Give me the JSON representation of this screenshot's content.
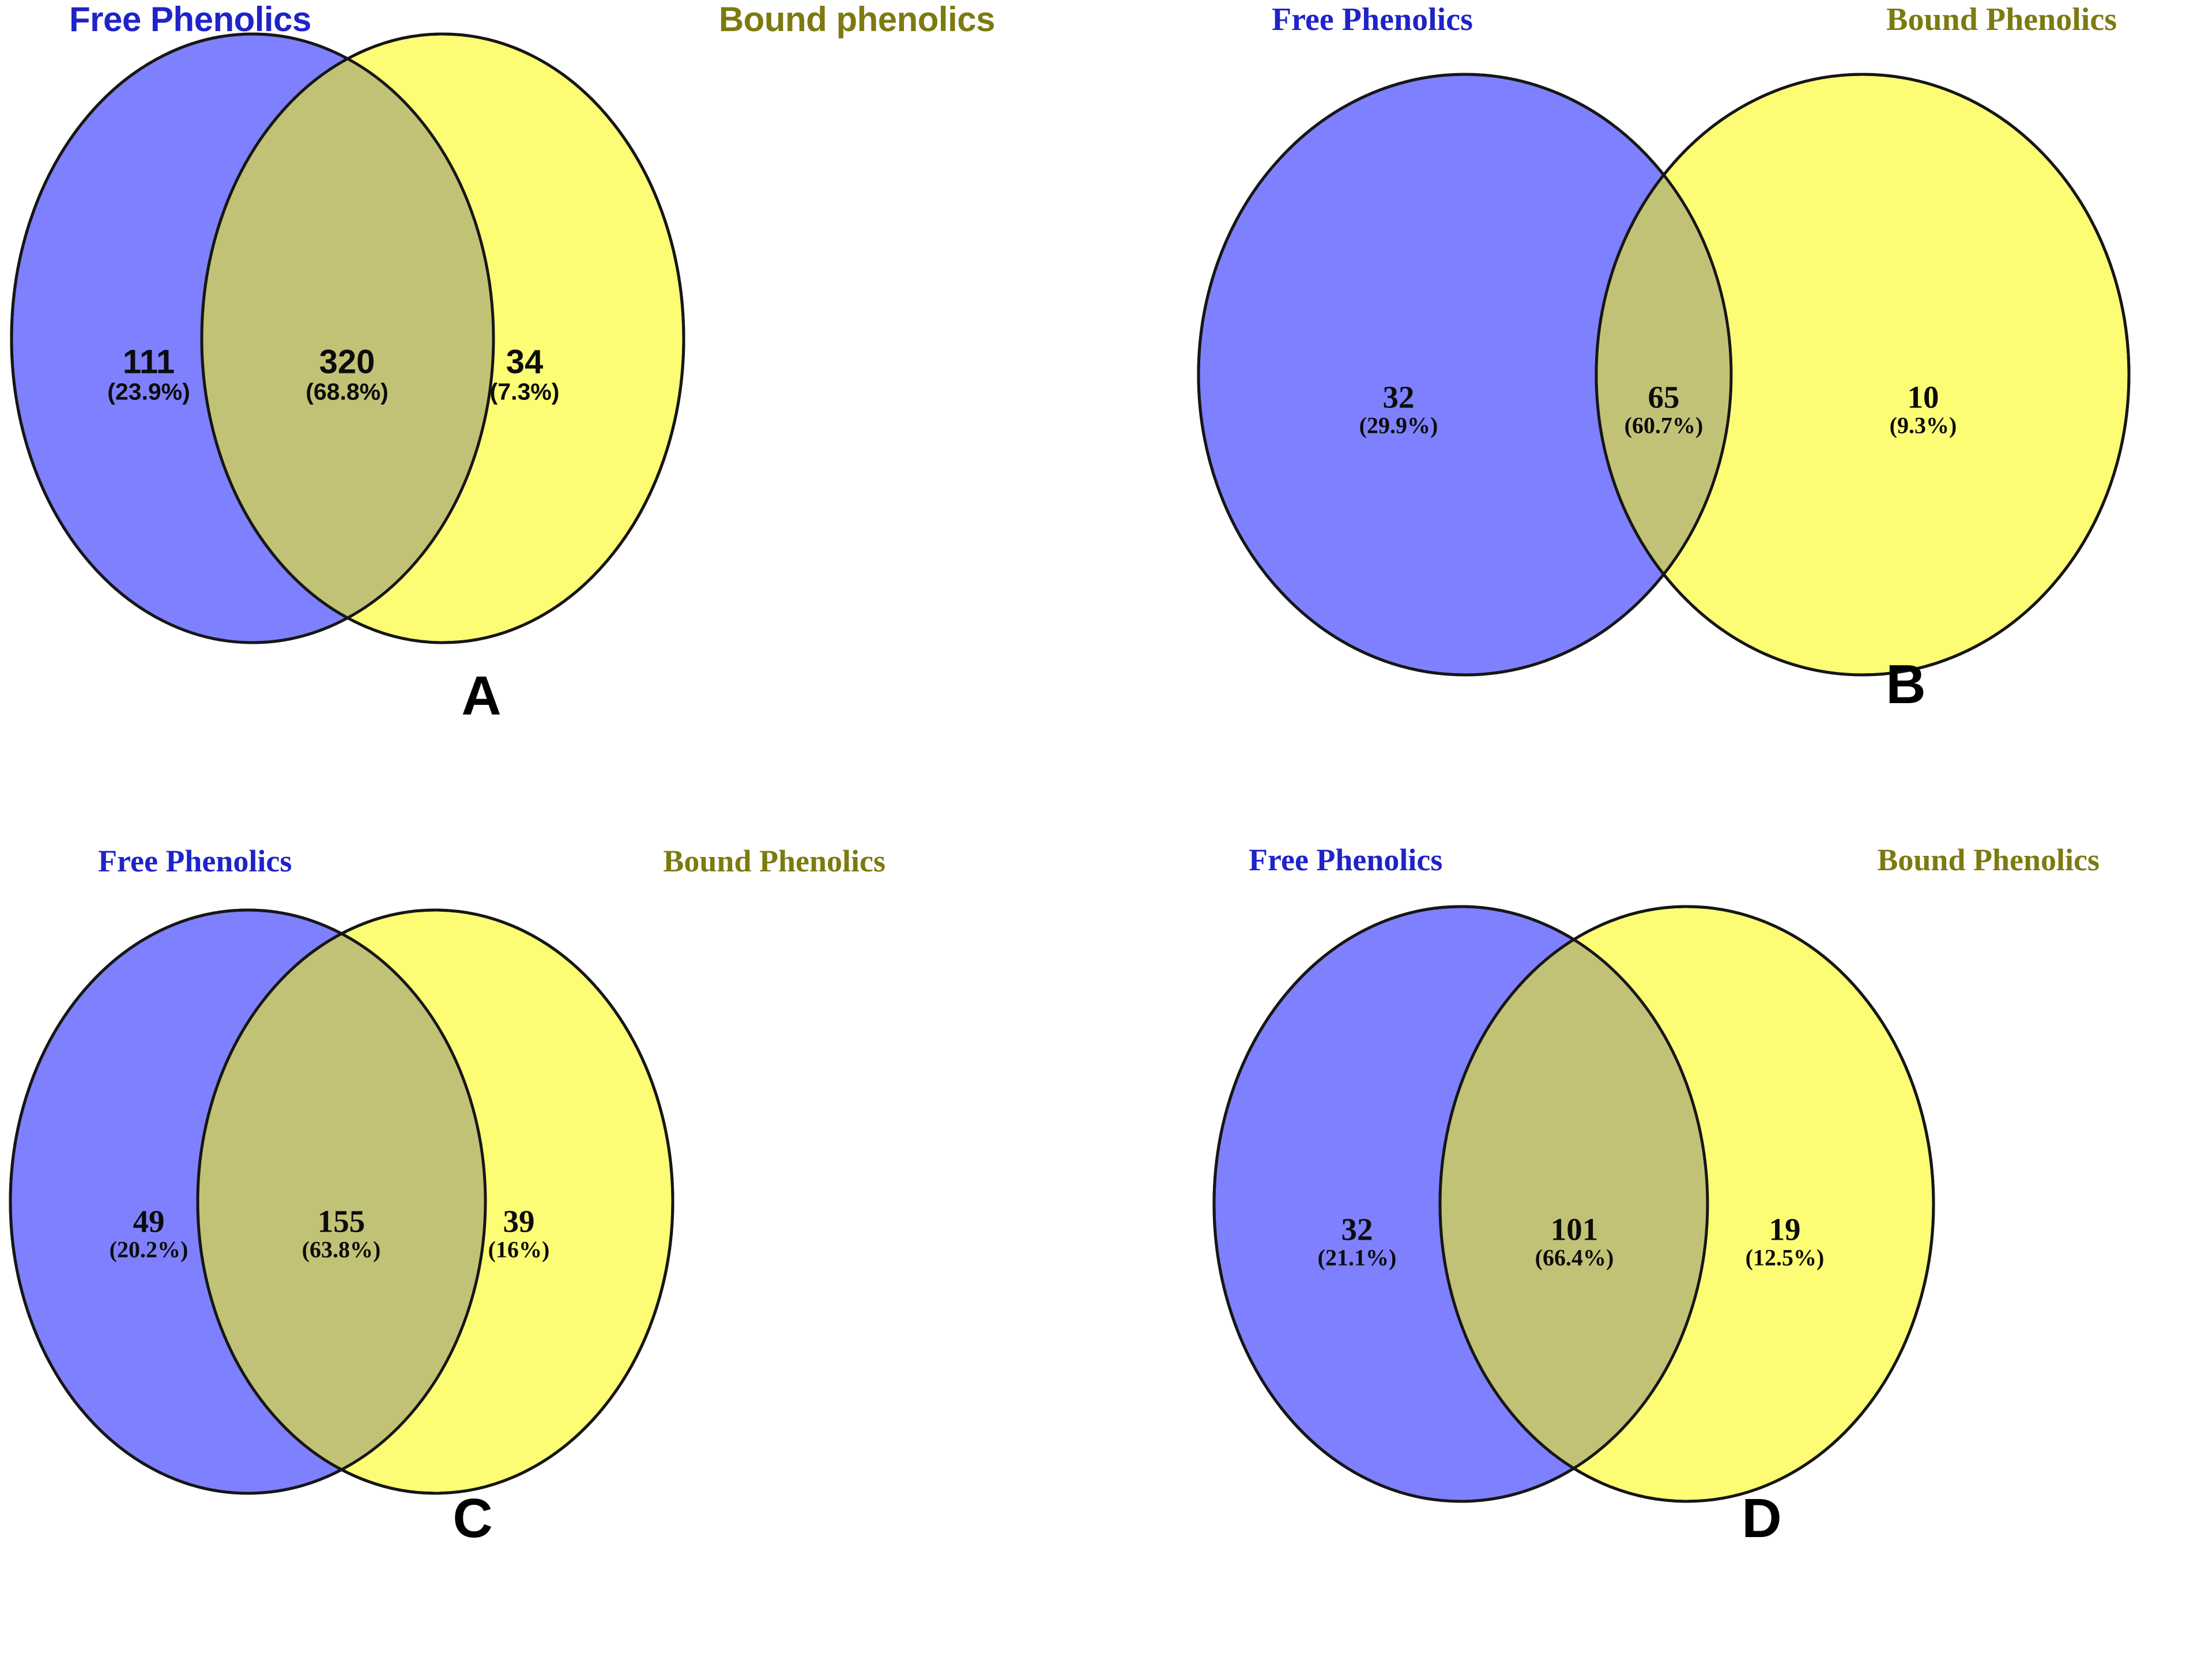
{
  "colors": {
    "free_fill": "#7f80fd",
    "bound_fill": "#fdfd75",
    "overlap_fill": "#c2c276",
    "outline": "#161616",
    "free_label": "#1f23c8",
    "bound_label": "#7d7a10",
    "number_text": "#0c0c0c",
    "background": "#ffffff"
  },
  "chart_data": {
    "type": "venn",
    "title": "",
    "panels": [
      {
        "letter": "A",
        "left_label": "Free Phenolics",
        "right_label": "Bound phenolics",
        "left_only": {
          "count": "111",
          "percent": "(23.9%)"
        },
        "intersection": {
          "count": "320",
          "percent": "(68.8%)"
        },
        "right_only": {
          "count": "34",
          "percent": "(7.3%)"
        }
      },
      {
        "letter": "B",
        "left_label": "Free Phenolics",
        "right_label": "Bound Phenolics",
        "left_only": {
          "count": "32",
          "percent": "(29.9%)"
        },
        "intersection": {
          "count": "65",
          "percent": "(60.7%)"
        },
        "right_only": {
          "count": "10",
          "percent": "(9.3%)"
        }
      },
      {
        "letter": "C",
        "left_label": "Free Phenolics",
        "right_label": "Bound Phenolics",
        "left_only": {
          "count": "49",
          "percent": "(20.2%)"
        },
        "intersection": {
          "count": "155",
          "percent": "(63.8%)"
        },
        "right_only": {
          "count": "39",
          "percent": "(16%)"
        }
      },
      {
        "letter": "D",
        "left_label": "Free Phenolics",
        "right_label": "Bound Phenolics",
        "left_only": {
          "count": "32",
          "percent": "(21.1%)"
        },
        "intersection": {
          "count": "101",
          "percent": "(66.4%)"
        },
        "right_only": {
          "count": "19",
          "percent": "(12.5%)"
        }
      }
    ]
  }
}
